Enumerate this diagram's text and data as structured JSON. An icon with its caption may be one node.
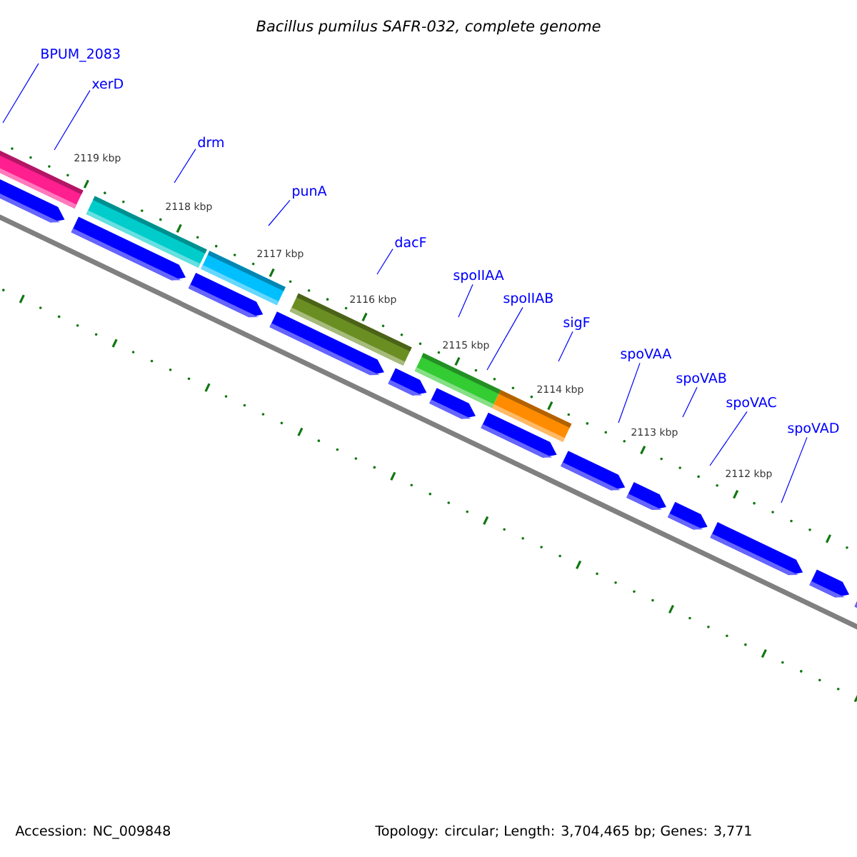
{
  "diagram": {
    "title": "Bacillus pumilus SAFR-032, complete genome",
    "nodes": [
      {
        "text": [
          "BPUM_2083"
        ]
      },
      {
        "text": [
          "xerD"
        ]
      },
      {
        "text": [
          "drm"
        ]
      },
      {
        "text": [
          "punA"
        ]
      },
      {
        "text": [
          "dacF"
        ]
      },
      {
        "text": [
          "spoIIAA"
        ]
      },
      {
        "text": [
          "spoIIAB"
        ]
      },
      {
        "text": [
          "sigF"
        ]
      },
      {
        "text": [
          "spoVAA"
        ]
      },
      {
        "text": [
          "spoVAB"
        ]
      },
      {
        "text": [
          "spoVAC"
        ]
      },
      {
        "text": [
          "spoVAD"
        ]
      }
    ],
    "edges": [
      {
        "from": 0,
        "to": null,
        "arrow": "none"
      },
      {
        "from": 1,
        "to": null,
        "arrow": "none"
      },
      {
        "from": 2,
        "to": null,
        "arrow": "none"
      },
      {
        "from": 3,
        "to": null,
        "arrow": "none"
      },
      {
        "from": 4,
        "to": null,
        "arrow": "none"
      },
      {
        "from": 5,
        "to": null,
        "arrow": "none"
      },
      {
        "from": 6,
        "to": null,
        "arrow": "none"
      },
      {
        "from": 7,
        "to": null,
        "arrow": "none"
      },
      {
        "from": 8,
        "to": null,
        "arrow": "none"
      },
      {
        "from": 9,
        "to": null,
        "arrow": "none"
      },
      {
        "from": 10,
        "to": null,
        "arrow": "none"
      },
      {
        "from": 11,
        "to": null,
        "arrow": "none"
      }
    ],
    "labels": [
      "2119 kbp",
      "2118 kbp",
      "2117 kbp",
      "2116 kbp",
      "2115 kbp",
      "2114 kbp",
      "2113 kbp",
      "2112 kbp",
      "Accession: NC_009848",
      "Topology: circular; Length: 3,704,465 bp; Genes: 3,771"
    ]
  }
}
